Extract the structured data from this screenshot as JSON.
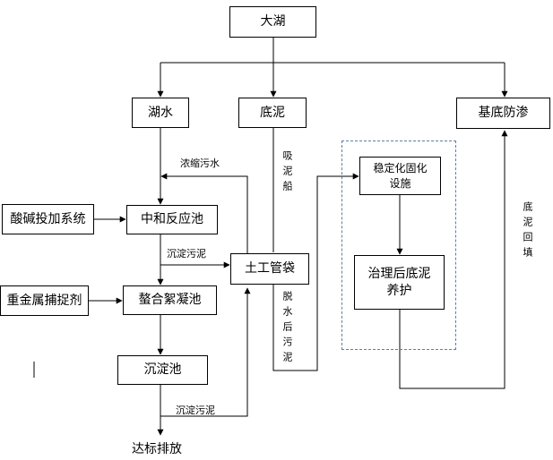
{
  "nodes": {
    "dahu": "大湖",
    "hushui": "湖水",
    "dini": "底泥",
    "jidi": "基底防渗",
    "suanjian": "酸碱投加系统",
    "zhonghe": "中和反应池",
    "zhongjinshu": "重金属捕捉剂",
    "aohe": "螯合絮凝池",
    "chendian": "沉淀池",
    "tugong": "土工管袋",
    "wending_line1": "稳定化固化",
    "wending_line2": "设施",
    "zhili_line1": "治理后底泥",
    "zhili_line2": "养护",
    "dabiao": "达标排放"
  },
  "labels": {
    "nongsuo": "浓缩污水",
    "chendian_wuni_1": "沉淀污泥",
    "chendian_wuni_2": "沉淀污泥",
    "xinichuan": "吸泥船",
    "tuoshui": "脱水后污泥",
    "dinihuitian": "底泥回填"
  }
}
